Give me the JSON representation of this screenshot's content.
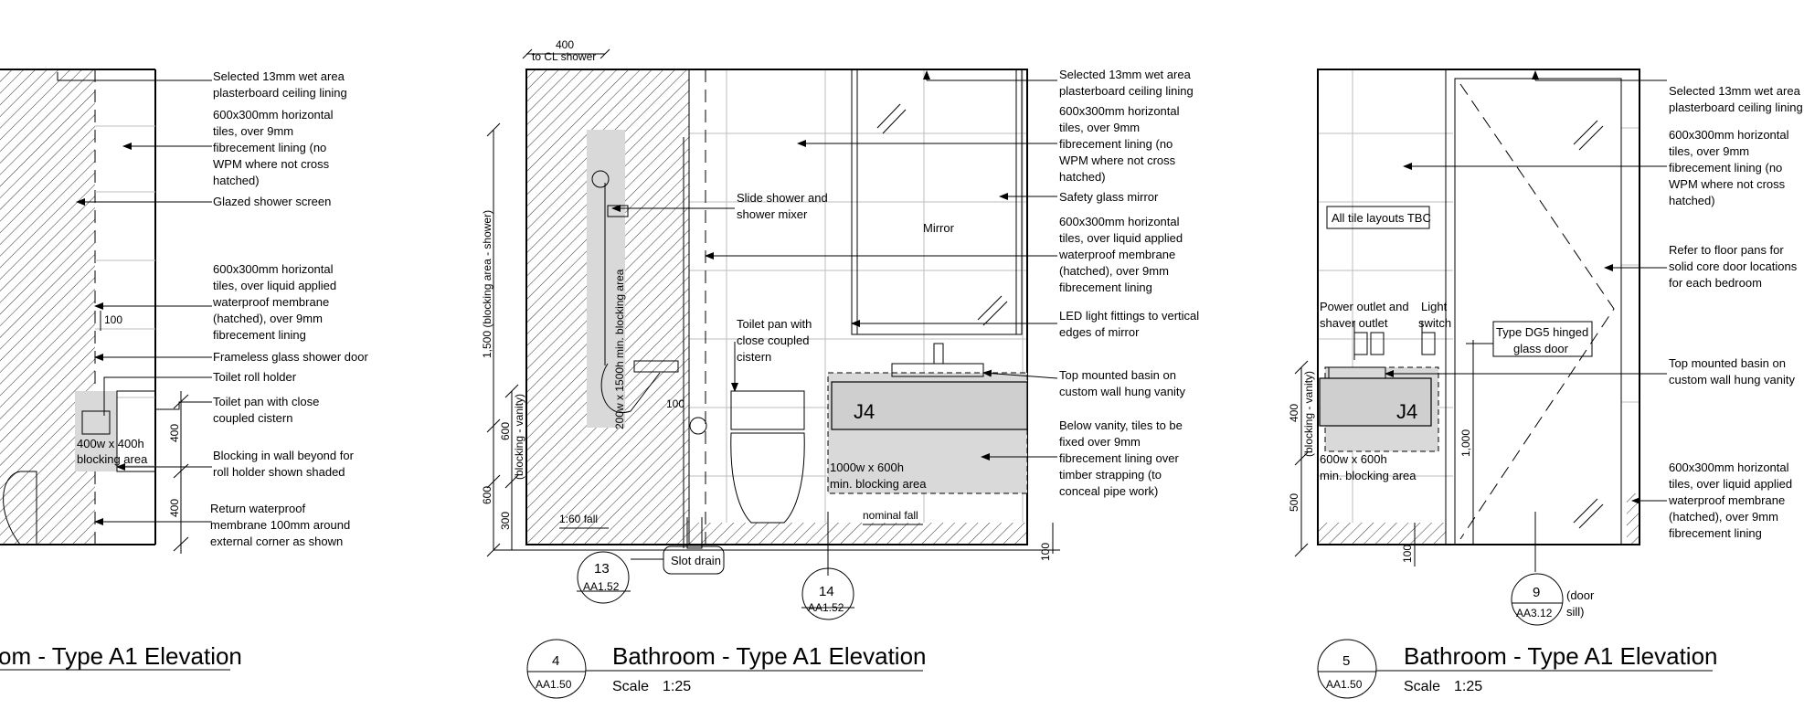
{
  "colors": {
    "ink": "#000000",
    "grid": "#bdbdbd",
    "blocking_shade": "#d9d9d9"
  },
  "left_view": {
    "title_fragment": "om - Type A1 Elevation",
    "notes": {
      "ceiling": [
        "Selected 13mm wet area",
        "plasterboard ceiling lining"
      ],
      "tiles_fc": [
        "600x300mm horizontal",
        "tiles, over 9mm",
        "fibrecement lining (no",
        "WPM where not cross",
        "hatched)"
      ],
      "screen": [
        "Glazed shower screen"
      ],
      "tiles_wpm": [
        "600x300mm horizontal",
        "tiles, over liquid applied",
        "waterproof membrane",
        "(hatched), over 9mm",
        "fibrecement lining"
      ],
      "door": [
        "Frameless glass shower door"
      ],
      "roll": [
        "Toilet roll holder"
      ],
      "pan": [
        "Toilet pan with close",
        "coupled cistern"
      ],
      "blocking": [
        "Blocking in wall beyond for",
        "roll holder shown shaded"
      ],
      "return": [
        "Return waterproof",
        "membrane 100mm around",
        "external corner as shown"
      ]
    },
    "block_label": [
      "400w x 400h",
      "blocking area"
    ],
    "dims": {
      "d100": "100",
      "d400a": "400",
      "d400b": "400"
    }
  },
  "middle_view": {
    "top_dim": [
      "400",
      "to CL shower"
    ],
    "notes": {
      "ceiling": [
        "Selected 13mm wet area",
        "plasterboard ceiling lining"
      ],
      "tiles_fc": [
        "600x300mm horizontal",
        "tiles, over 9mm",
        "fibrecement lining (no",
        "WPM where not cross",
        "hatched)"
      ],
      "mirror_note": [
        "Safety glass mirror"
      ],
      "tiles_wpm": [
        "600x300mm horizontal",
        "tiles, over liquid applied",
        "waterproof membrane",
        "(hatched), over 9mm",
        "fibrecement lining"
      ],
      "led": [
        "LED light fittings to vertical",
        "edges of mirror"
      ],
      "basin": [
        "Top mounted basin on",
        "custom wall hung vanity"
      ],
      "below": [
        "Below vanity, tiles to be",
        "fixed over 9mm",
        "fibrecement lining over",
        "timber strapping (to",
        "conceal pipe work)"
      ],
      "shower": [
        "Slide shower and",
        "shower mixer"
      ],
      "pan": [
        "Toilet pan with",
        "close coupled",
        "cistern"
      ]
    },
    "mirror_label": "Mirror",
    "vanity_tag": "J4",
    "vanity_block": [
      "1000w x 600h",
      "min. blocking area"
    ],
    "shower_block": "200w x 1500h min. blocking area",
    "fall_left": "1:60 fall",
    "fall_right": "nominal fall",
    "slot_drain": "Slot drain",
    "dims": {
      "blocking_shower": "1,500 (blocking area - shower)",
      "blocking_vanity": "600",
      "blocking_vanity_label": "(blocking - vanity)",
      "d600": "600",
      "d300": "300",
      "d100": "100",
      "d100b": "100"
    },
    "callouts": [
      {
        "num": "13",
        "sheet": "AA1.52"
      },
      {
        "num": "14",
        "sheet": "AA1.52"
      }
    ],
    "title": {
      "num": "4",
      "sheet": "AA1.50",
      "text": "Bathroom - Type A1 Elevation",
      "scale_label": "Scale",
      "scale": "1:25"
    }
  },
  "right_view": {
    "notes": {
      "ceiling": [
        "Selected 13mm wet area",
        "plasterboard ceiling lining"
      ],
      "tiles_fc": [
        "600x300mm horizontal",
        "tiles, over 9mm",
        "fibrecement lining (no",
        "WPM where not cross",
        "hatched)"
      ],
      "floorpans": [
        "Refer to floor pans for",
        "solid core door locations",
        "for each bedroom"
      ],
      "basin": [
        "Top mounted basin on",
        "custom wall hung vanity"
      ],
      "tiles_wpm": [
        "600x300mm horizontal",
        "tiles, over liquid applied",
        "waterproof membrane",
        "(hatched), over 9mm",
        "fibrecement lining"
      ]
    },
    "tile_tbc": "All tile layouts TBC",
    "power": [
      "Power outlet and",
      "shaver outlet"
    ],
    "light": [
      "Light",
      "switch"
    ],
    "door_type": [
      "Type DG5 hinged",
      "glass door"
    ],
    "vanity_tag": "J4",
    "vanity_block": [
      "600w x 600h",
      "min. blocking area"
    ],
    "dims": {
      "d400": "400",
      "blocking_vanity": "(blocking - vanity)",
      "d500": "500",
      "d1000": "1,000",
      "d100": "100"
    },
    "callout": {
      "num": "9",
      "sheet": "AA3.12",
      "note": [
        "(door",
        "sill)"
      ]
    },
    "title": {
      "num": "5",
      "sheet": "AA1.50",
      "text": "Bathroom - Type A1 Elevation",
      "scale_label": "Scale",
      "scale": "1:25"
    }
  }
}
